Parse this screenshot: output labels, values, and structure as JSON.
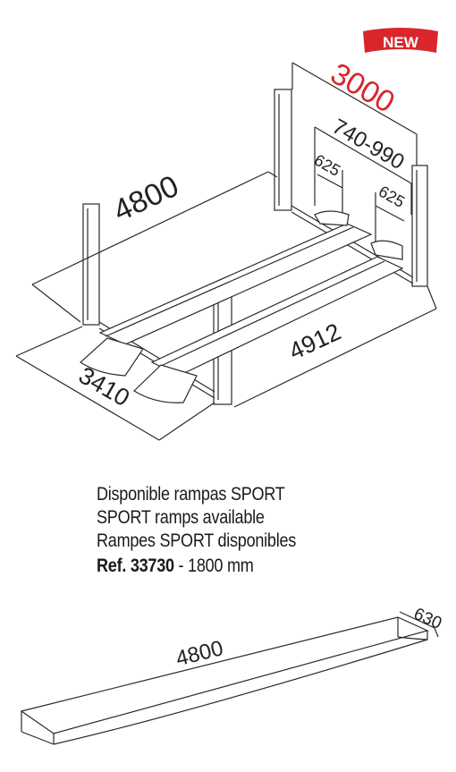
{
  "badge": {
    "label": "NEW",
    "color": "#d9262c"
  },
  "lift_dimensions": {
    "top_width": "3000",
    "runway_span": "740-990",
    "runway_left": "625",
    "runway_right": "625",
    "length": "4800",
    "base_width": "3410",
    "total_length": "4912"
  },
  "ramps_text": {
    "line_es": "Disponible rampas SPORT",
    "line_en": "SPORT ramps available",
    "line_fr": "Rampes SPORT disponibles",
    "ref_label": "Ref. 33730",
    "ref_size": " - 1800 mm"
  },
  "ramp_dimensions": {
    "length": "4800",
    "width": "630"
  },
  "colors": {
    "accent_red": "#d9262c",
    "line": "#2a2a2a"
  }
}
